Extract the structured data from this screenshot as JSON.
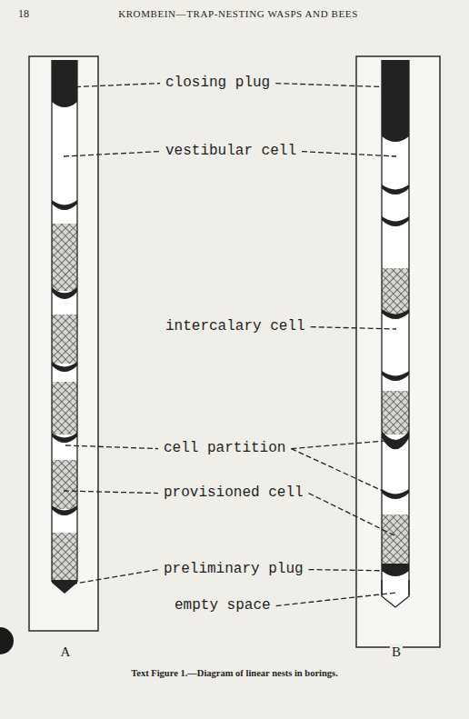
{
  "diagram": {
    "caption": "Text Figure 1.—Diagram of linear nests in borings.",
    "labels": [
      "18",
      "KROMBEIN—TRAP-NESTING WASPS AND BEES",
      "closing plug",
      "vestibular cell",
      "intercalary cell",
      "cell partition",
      "provisioned cell",
      "preliminary plug",
      "empty space",
      "A",
      "B"
    ]
  }
}
